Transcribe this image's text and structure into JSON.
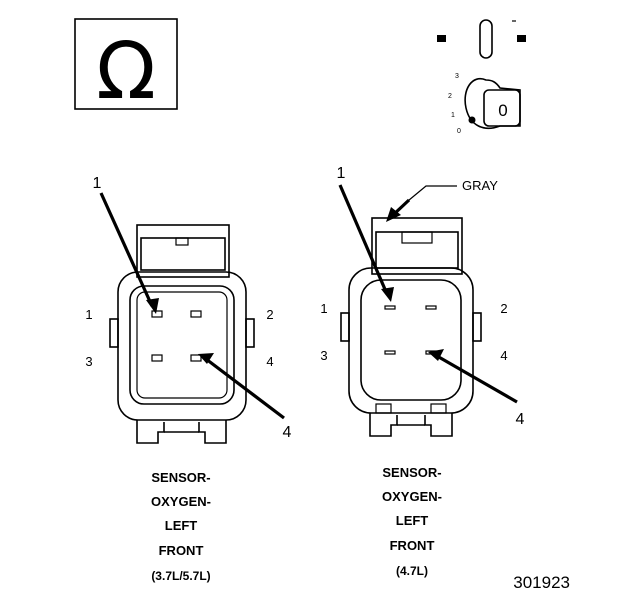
{
  "legend": {
    "symbol": "Ω"
  },
  "ignition_key": {
    "positions": [
      "3",
      "2",
      "1",
      "0"
    ],
    "key_label": "0"
  },
  "connectors": [
    {
      "id": "left",
      "callout_top": "1",
      "callout_bottom": "4",
      "pins": [
        "1",
        "2",
        "3",
        "4"
      ],
      "caption": [
        "SENSOR-",
        "OXYGEN-",
        "LEFT",
        "FRONT"
      ],
      "engine": "(3.7L/5.7L)"
    },
    {
      "id": "right",
      "callout_top": "1",
      "callout_bottom": "4",
      "pins": [
        "1",
        "2",
        "3",
        "4"
      ],
      "caption": [
        "SENSOR-",
        "OXYGEN-",
        "LEFT",
        "FRONT"
      ],
      "engine": "(4.7L)",
      "color_label": "GRAY"
    }
  ],
  "figure_number": "301923"
}
